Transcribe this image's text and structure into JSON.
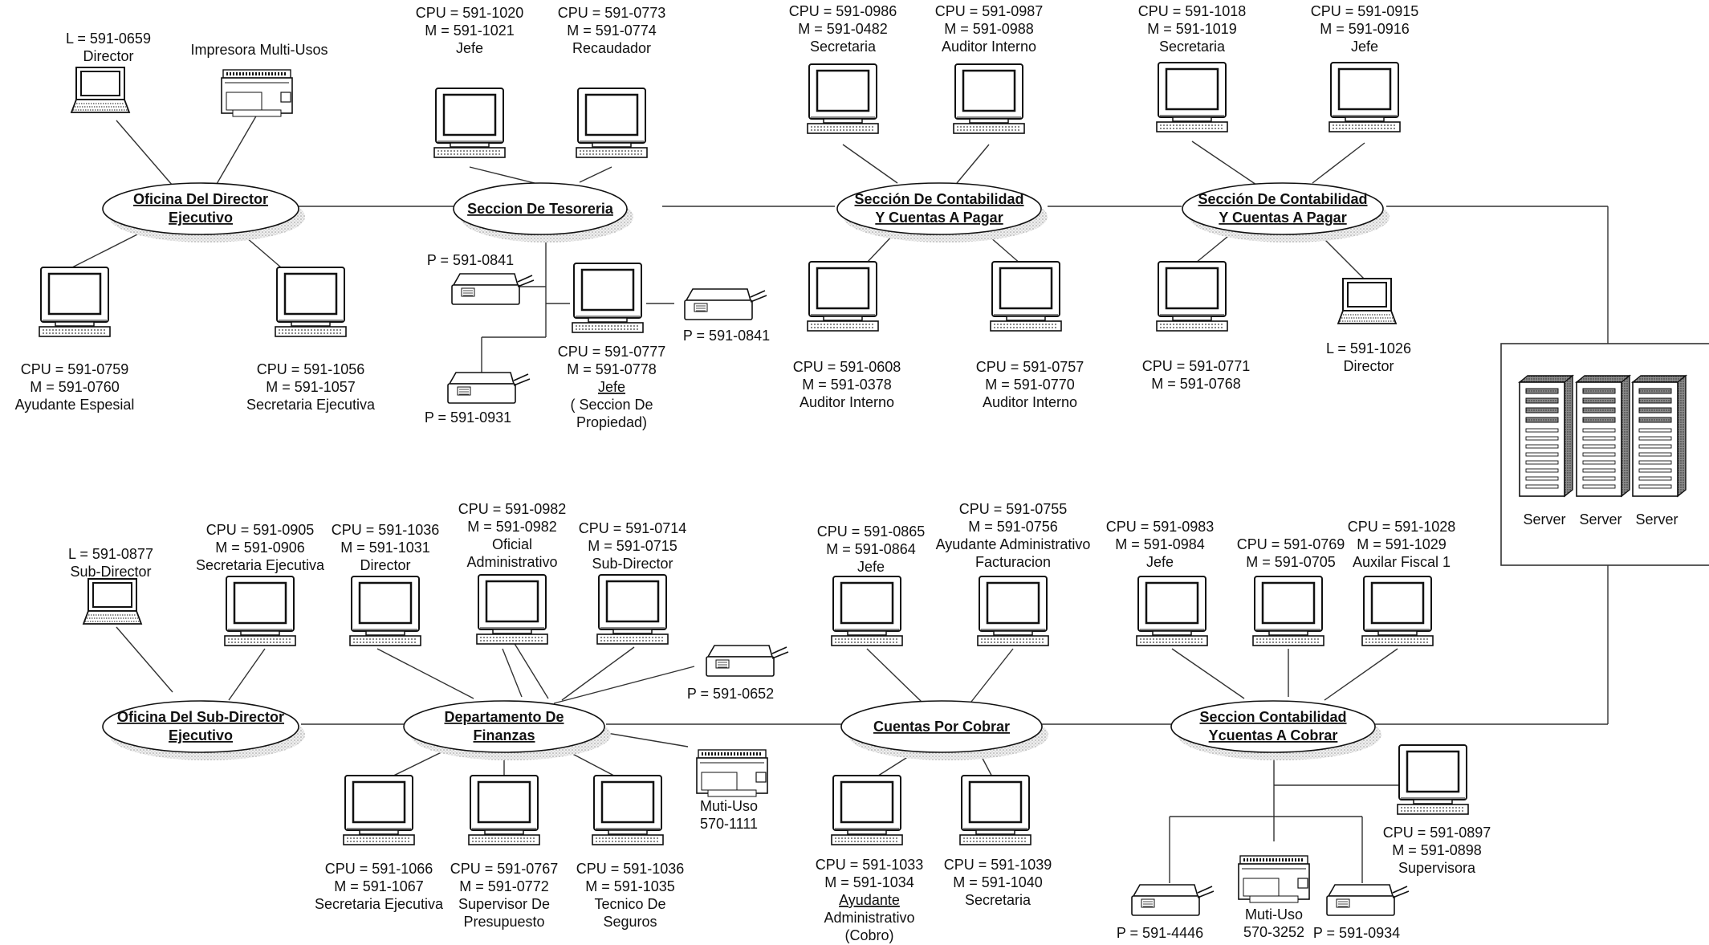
{
  "hubs": [
    {
      "id": "h1",
      "lines": [
        "Oficina Del Director",
        "Ejecutivo"
      ]
    },
    {
      "id": "h2",
      "lines": [
        "Seccion De Tesoreria"
      ]
    },
    {
      "id": "h3",
      "lines": [
        "Sección De Contabilidad",
        "Y Cuentas A Pagar"
      ]
    },
    {
      "id": "h4",
      "lines": [
        "Sección De Contabilidad",
        "Y Cuentas A Pagar"
      ]
    },
    {
      "id": "h5",
      "lines": [
        "Oficina Del Sub-Director",
        "Ejecutivo"
      ]
    },
    {
      "id": "h6",
      "lines": [
        "Departamento De",
        "Finanzas"
      ]
    },
    {
      "id": "h7",
      "lines": [
        "Cuentas Por Cobrar"
      ]
    },
    {
      "id": "h8",
      "lines": [
        "Seccion Contabilidad",
        "Ycuentas A Cobrar"
      ]
    }
  ],
  "nodes": [
    {
      "type": "laptop",
      "lines": [
        "L = 591-0659",
        "Director"
      ]
    },
    {
      "type": "multi",
      "lines": [
        "Impresora Multi-Usos"
      ]
    },
    {
      "type": "monitor",
      "lines": [
        "CPU = 591-1020",
        "M = 591-1021",
        "Jefe"
      ]
    },
    {
      "type": "monitor",
      "lines": [
        "CPU = 591-0773",
        "M = 591-0774",
        "Recaudador"
      ]
    },
    {
      "type": "monitor",
      "lines": [
        "CPU = 591-0986",
        "M = 591-0482",
        "Secretaria"
      ]
    },
    {
      "type": "monitor",
      "lines": [
        "CPU = 591-0987",
        "M = 591-0988",
        "Auditor Interno"
      ]
    },
    {
      "type": "monitor",
      "lines": [
        "CPU = 591-1018",
        "M = 591-1019",
        "Secretaria"
      ]
    },
    {
      "type": "monitor",
      "lines": [
        "CPU = 591-0915",
        "M = 591-0916",
        "Jefe"
      ]
    },
    {
      "type": "monitor",
      "lines": [
        "CPU = 591-0759",
        "M = 591-0760",
        "Ayudante Espesial"
      ]
    },
    {
      "type": "monitor",
      "lines": [
        "CPU = 591-1056",
        "M = 591-1057",
        "Secretaria Ejecutiva"
      ]
    },
    {
      "type": "printer",
      "lines": [
        "P = 591-0841"
      ]
    },
    {
      "type": "printer",
      "lines": [
        "P = 591-0931"
      ]
    },
    {
      "type": "monitor",
      "lines": [
        "CPU = 591-0777",
        "M = 591-0778",
        "Jefe",
        "( Seccion De",
        "Propiedad)"
      ]
    },
    {
      "type": "printer",
      "lines": [
        "P = 591-0841"
      ]
    },
    {
      "type": "monitor",
      "lines": [
        "CPU = 591-0608",
        "M = 591-0378",
        "Auditor Interno"
      ]
    },
    {
      "type": "monitor",
      "lines": [
        "CPU = 591-0757",
        "M = 591-0770",
        "Auditor Interno"
      ]
    },
    {
      "type": "monitor",
      "lines": [
        "CPU = 591-0771",
        "M = 591-0768"
      ]
    },
    {
      "type": "laptop",
      "lines": [
        "L = 591-1026",
        "Director"
      ]
    },
    {
      "type": "laptop",
      "lines": [
        "L = 591-0877",
        "Sub-Director"
      ]
    },
    {
      "type": "monitor",
      "lines": [
        "CPU = 591-0905",
        "M = 591-0906",
        "Secretaria Ejecutiva"
      ]
    },
    {
      "type": "monitor",
      "lines": [
        "CPU = 591-1036",
        "M = 591-1031",
        "Director"
      ]
    },
    {
      "type": "monitor",
      "lines": [
        "CPU = 591-0982",
        "M = 591-0982",
        "Oficial",
        "Administrativo"
      ]
    },
    {
      "type": "monitor",
      "lines": [
        "CPU = 591-0714",
        "M = 591-0715",
        "Sub-Director"
      ]
    },
    {
      "type": "printer",
      "lines": [
        "P = 591-0652"
      ]
    },
    {
      "type": "multi",
      "lines": [
        "Muti-Uso",
        "570-1111"
      ]
    },
    {
      "type": "monitor",
      "lines": [
        "CPU = 591-1066",
        "M = 591-1067",
        "Secretaria Ejecutiva"
      ]
    },
    {
      "type": "monitor",
      "lines": [
        "CPU = 591-0767",
        "M = 591-0772",
        "Supervisor De",
        "Presupuesto"
      ]
    },
    {
      "type": "monitor",
      "lines": [
        "CPU = 591-1036",
        "M = 591-1035",
        "Tecnico De",
        "Seguros"
      ]
    },
    {
      "type": "monitor",
      "lines": [
        "CPU = 591-0865",
        "M = 591-0864",
        "Jefe"
      ]
    },
    {
      "type": "monitor",
      "lines": [
        "CPU = 591-0755",
        "M = 591-0756",
        "Ayudante Administrativo",
        "Facturacion"
      ]
    },
    {
      "type": "monitor",
      "lines": [
        "CPU = 591-1033",
        "M = 591-1034",
        "Ayudante",
        "Administrativo",
        "(Cobro)"
      ]
    },
    {
      "type": "monitor",
      "lines": [
        "CPU = 591-1039",
        "M = 591-1040",
        "Secretaria"
      ]
    },
    {
      "type": "monitor",
      "lines": [
        "CPU = 591-0983",
        "M = 591-0984",
        "Jefe"
      ]
    },
    {
      "type": "monitor",
      "lines": [
        "CPU = 591-0769",
        "M = 591-0705"
      ]
    },
    {
      "type": "monitor",
      "lines": [
        "CPU = 591-1028",
        "M = 591-1029",
        "Auxilar Fiscal 1"
      ]
    },
    {
      "type": "monitor",
      "lines": [
        "CPU = 591-0897",
        "M = 591-0898",
        "Supervisora"
      ]
    },
    {
      "type": "printer",
      "lines": [
        "P = 591-4446"
      ]
    },
    {
      "type": "multi",
      "lines": [
        "Muti-Uso",
        "570-3252"
      ]
    },
    {
      "type": "printer",
      "lines": [
        "P = 591-0934"
      ]
    }
  ],
  "servers": {
    "labels": [
      "Server",
      "Server",
      "Server"
    ]
  }
}
